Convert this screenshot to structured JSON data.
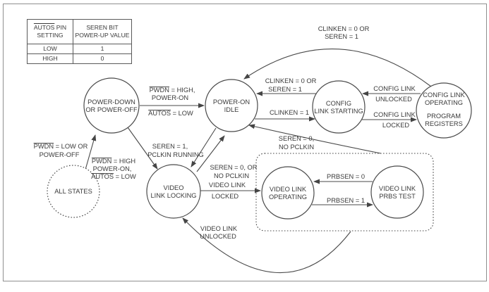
{
  "table": {
    "col1": {
      "ov": "AUTOS",
      "rest": " PIN",
      "line2": "SETTING"
    },
    "col2": {
      "line1": "SEREN BIT",
      "line2": "POWER-UP VALUE"
    },
    "rows": [
      {
        "setting": "LOW",
        "value": "1"
      },
      {
        "setting": "HIGH",
        "value": "0"
      }
    ]
  },
  "states": {
    "power_down": {
      "line1": "POWER-DOWN",
      "line2": "OR POWER-OFF"
    },
    "power_on_idle": {
      "line1": "POWER-ON",
      "line2": "IDLE"
    },
    "config_link_starting": {
      "line1": "CONFIG",
      "line2": "LINK STARTING"
    },
    "config_link_operating": {
      "line1": "CONFIG LINK",
      "line2": "OPERATING",
      "line3": "PROGRAM",
      "line4": "REGISTERS"
    },
    "video_link_locking": {
      "line1": "VIDEO",
      "line2": "LINK LOCKING"
    },
    "video_link_operating": {
      "line1": "VIDEO LINK",
      "line2": "OPERATING"
    },
    "video_link_prbs_test": {
      "line1": "VIDEO LINK",
      "line2": "PRBS TEST"
    },
    "all_states": {
      "line1": "ALL STATES"
    }
  },
  "transitions": {
    "all_to_power_down": {
      "ov1": "PWDN",
      "rest1": " = LOW OR",
      "line2": "POWER-OFF"
    },
    "power_down_to_idle": {
      "ov1": "PWDN",
      "rest1": " = HIGH,",
      "line2": "POWER-ON",
      "ov2": "AUTOS",
      "rest2": " = LOW"
    },
    "power_down_to_locking": {
      "ov1": "PWDN",
      "rest1": " = HIGH",
      "line2": "POWER-ON,",
      "ov2": "AUTOS",
      "rest2": " = LOW"
    },
    "idle_to_locking": {
      "line1": "SEREN = 1,",
      "line2": "PCLKIN RUNNING"
    },
    "locking_to_idle": {
      "line1": "SEREN = 0, OR",
      "line2": "NO PCLKIN"
    },
    "video_to_idle": {
      "line1": "SEREN = 0,",
      "line2": "NO PCLKIN"
    },
    "idle_to_starting": {
      "line1": "CLINKEN = 1"
    },
    "starting_to_idle": {
      "line1": "CLINKEN = 0 OR",
      "line2": "SEREN = 1"
    },
    "operating_to_idle": {
      "line1": "CLINKEN = 0 OR",
      "line2": "SEREN = 1"
    },
    "starting_to_operating": {
      "line1": "CONFIG LINK",
      "line2": "LOCKED"
    },
    "operating_to_starting": {
      "line1": "CONFIG LINK",
      "line2": "UNLOCKED"
    },
    "locking_to_video": {
      "line1": "VIDEO LINK",
      "line2": "LOCKED"
    },
    "video_to_locking": {
      "line1": "VIDEO LINK",
      "line2": "UNLOCKED"
    },
    "prbs_to_operating": {
      "line1": "PRBSEN = 0"
    },
    "operating_to_prbs": {
      "line1": "PRBSEN = 1"
    }
  },
  "colors": {
    "stroke": "#4a4a4a",
    "text": "#3a3a3a",
    "frame": "#8f8f8f",
    "background": "#ffffff"
  }
}
